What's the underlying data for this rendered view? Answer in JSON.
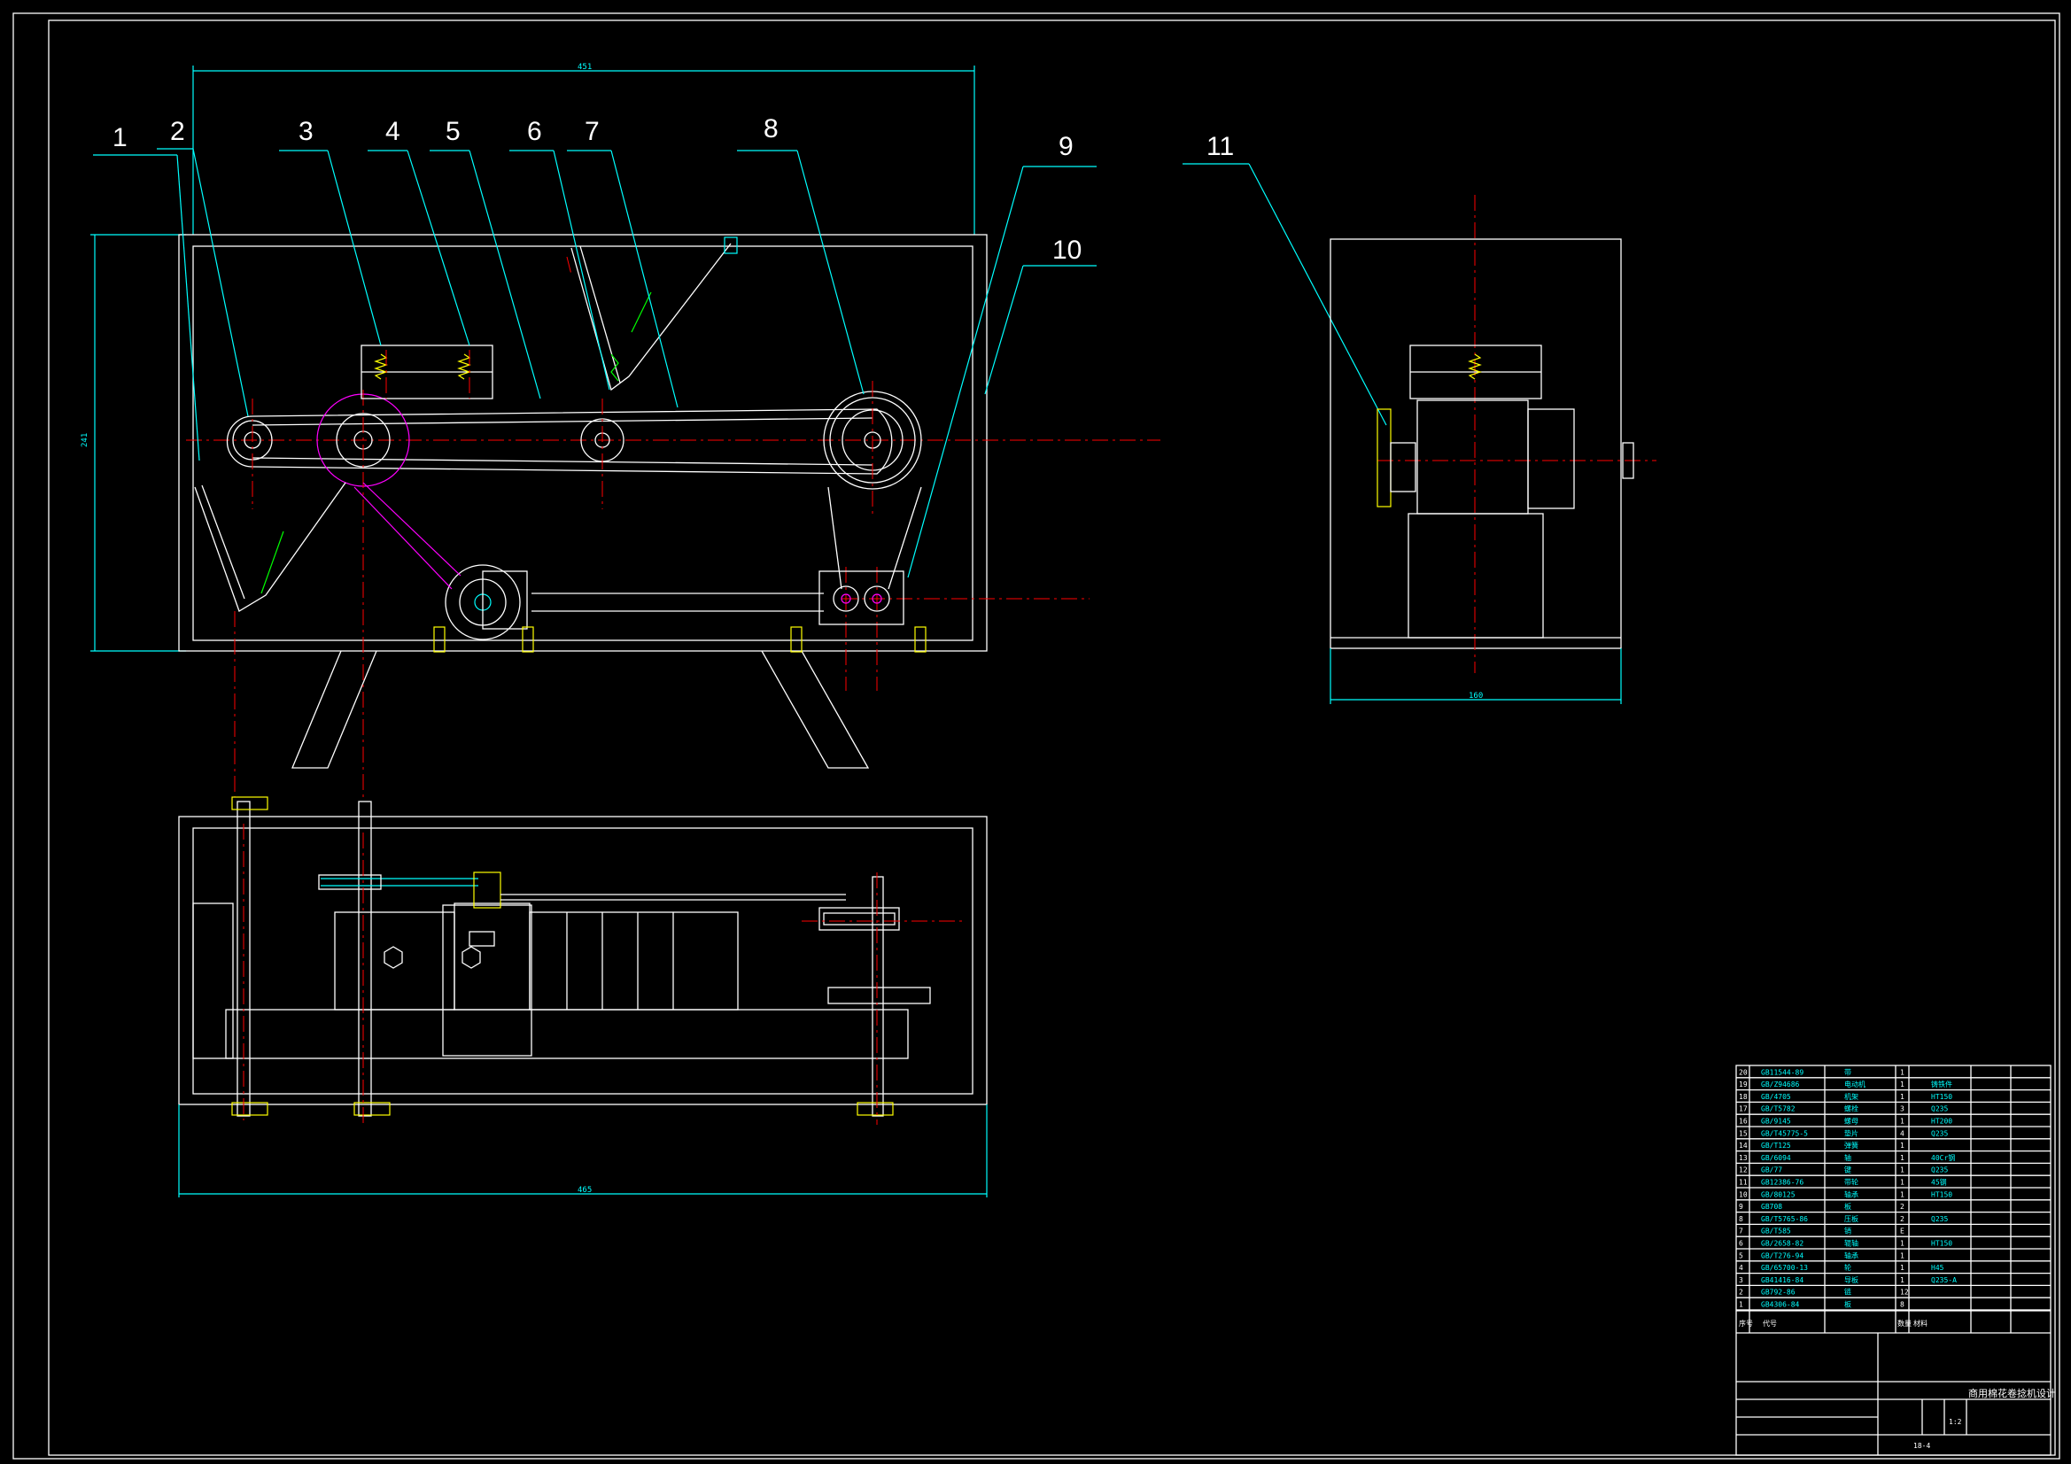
{
  "callouts": [
    "1",
    "2",
    "3",
    "4",
    "5",
    "6",
    "7",
    "8",
    "9",
    "10",
    "11"
  ],
  "dimensions": {
    "front_width": "451",
    "front_height": "241",
    "top_width": "465",
    "side_width": "160"
  },
  "colors": {
    "background": "#000000",
    "outline": "#ffffff",
    "dimension": "#00ffff",
    "centerline": "#ff0000",
    "motor_belt": "#ff00ff",
    "spring": "#00ff00",
    "bolt": "#ffff00"
  },
  "title_block": {
    "title": "商用棉花卷捻机设计",
    "drawing_no": "18-4",
    "scale": "1:2",
    "header_codes": "代号",
    "header_material": "材料",
    "header_qty": "数量"
  },
  "parts_list": [
    {
      "no": "20",
      "code": "GB11544-89",
      "name": "带",
      "qty": "1",
      "material": ""
    },
    {
      "no": "19",
      "code": "GB/Z94686",
      "name": "电动机",
      "qty": "1",
      "material": "铸铁件"
    },
    {
      "no": "18",
      "code": "GB/4705",
      "name": "机架",
      "qty": "1",
      "material": "HT150"
    },
    {
      "no": "17",
      "code": "GB/T5782",
      "name": "螺栓",
      "qty": "3",
      "material": "Q235"
    },
    {
      "no": "16",
      "code": "GB/9145",
      "name": "螺母",
      "qty": "1",
      "material": "HT200"
    },
    {
      "no": "15",
      "code": "GB/T45775-5",
      "name": "垫片",
      "qty": "4",
      "material": "Q235"
    },
    {
      "no": "14",
      "code": "GB/T125",
      "name": "弹簧",
      "qty": "1",
      "material": ""
    },
    {
      "no": "13",
      "code": "GB/6094",
      "name": "轴",
      "qty": "1",
      "material": "40Cr钢"
    },
    {
      "no": "12",
      "code": "GB/77",
      "name": "键",
      "qty": "1",
      "material": "Q235"
    },
    {
      "no": "11",
      "code": "GB12386-76",
      "name": "带轮",
      "qty": "1",
      "material": "45钢"
    },
    {
      "no": "10",
      "code": "GB/80125",
      "name": "轴承",
      "qty": "1",
      "material": "HT150"
    },
    {
      "no": "9",
      "code": "GB708",
      "name": "板",
      "qty": "2",
      "material": ""
    },
    {
      "no": "8",
      "code": "GB/T5765-86",
      "name": "压板",
      "qty": "2",
      "material": "Q235"
    },
    {
      "no": "7",
      "code": "GB/T585",
      "name": "销",
      "qty": "E",
      "material": ""
    },
    {
      "no": "6",
      "code": "GB/2658-82",
      "name": "辊轴",
      "qty": "1",
      "material": "HT150"
    },
    {
      "no": "5",
      "code": "GB/T276-94",
      "name": "轴承",
      "qty": "1",
      "material": ""
    },
    {
      "no": "4",
      "code": "GB/65700-13",
      "name": "轮",
      "qty": "1",
      "material": "H45"
    },
    {
      "no": "3",
      "code": "GB41416-84",
      "name": "导板",
      "qty": "1",
      "material": "Q235-A"
    },
    {
      "no": "2",
      "code": "GB792-86",
      "name": "链",
      "qty": "12",
      "material": ""
    },
    {
      "no": "1",
      "code": "GB4306-84",
      "name": "板",
      "qty": "8",
      "material": ""
    }
  ]
}
